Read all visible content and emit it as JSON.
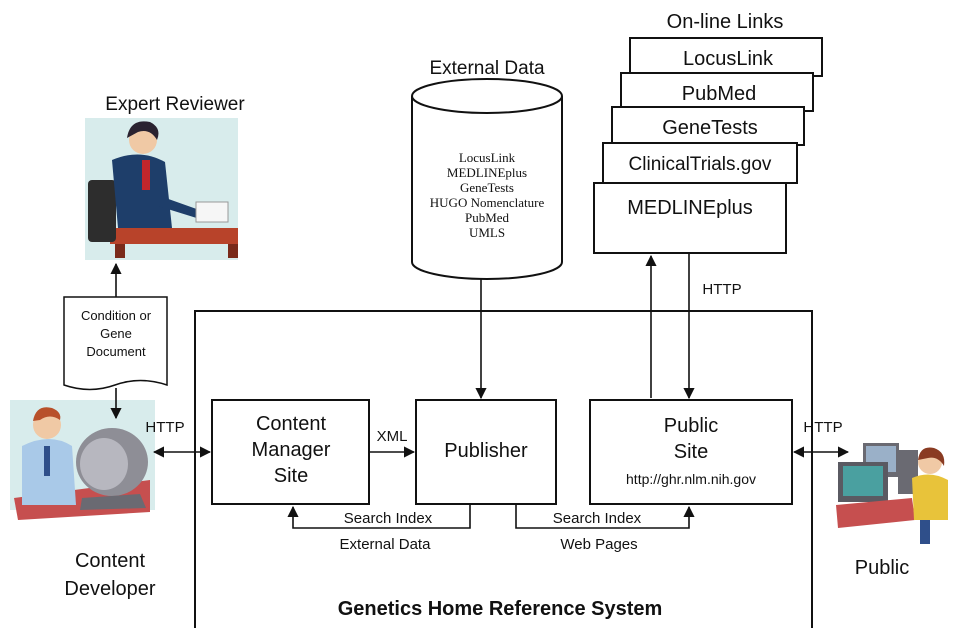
{
  "external_data": {
    "title": "External Data",
    "items": [
      "LocusLink",
      "MEDLINEplus",
      "GeneTests",
      "HUGO Nomenclature",
      "PubMed",
      "UMLS"
    ]
  },
  "online_links": {
    "title": "On-line Links",
    "items": [
      "LocusLink",
      "PubMed",
      "GeneTests",
      "ClinicalTrials.gov",
      "MEDLINEplus"
    ]
  },
  "expert_reviewer": {
    "label": "Expert Reviewer"
  },
  "document": {
    "lines": [
      "Condition or",
      "Gene",
      "Document"
    ]
  },
  "content_developer": {
    "lines": [
      "Content",
      "Developer"
    ]
  },
  "public_user": {
    "label": "Public"
  },
  "system": {
    "title": "Genetics Home Reference System"
  },
  "content_manager": {
    "lines": [
      "Content",
      "Manager",
      "Site"
    ]
  },
  "publisher": {
    "label": "Publisher"
  },
  "public_site": {
    "lines": [
      "Public",
      "Site"
    ],
    "url": "http://ghr.nlm.nih.gov"
  },
  "edges": {
    "http_left": "HTTP",
    "http_right": "HTTP",
    "http_top": "HTTP",
    "xml": "XML",
    "search_index_left": "Search Index",
    "external_data_label": "External Data",
    "search_index_right": "Search Index",
    "web_pages": "Web Pages"
  }
}
